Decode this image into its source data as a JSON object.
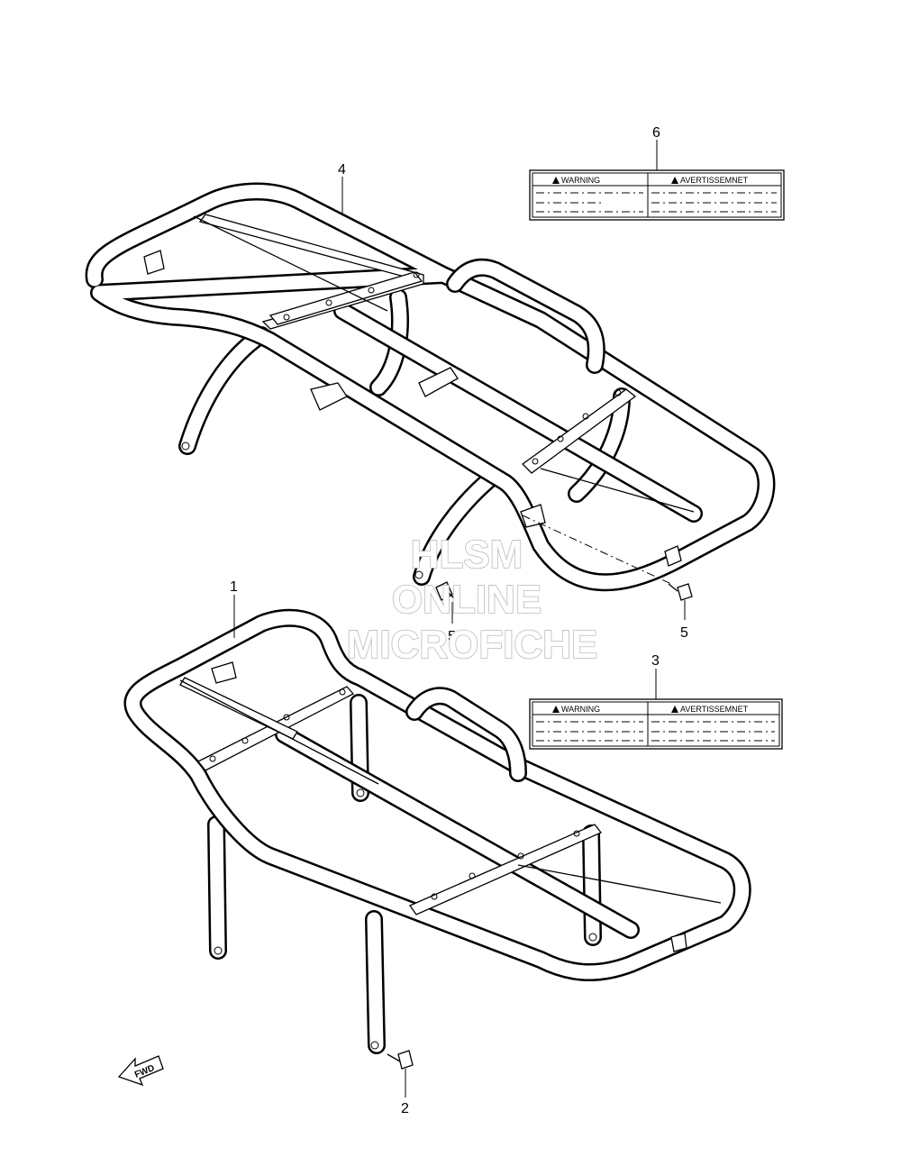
{
  "callouts": {
    "c1": "1",
    "c2": "2",
    "c3": "3",
    "c4": "4",
    "c5a": "5",
    "c5b": "5",
    "c6": "6"
  },
  "label_top": {
    "left": "WARNING",
    "right": "AVERTISSEMNET"
  },
  "label_bottom": {
    "left": "WARNING",
    "right": "AVERTISSEMNET"
  },
  "watermark": {
    "line1": "HLSM",
    "line2": "ONLINE",
    "line3": "MICROFICHE"
  },
  "fwd": "FWD",
  "colors": {
    "ink": "#000000",
    "watermark_fill": "#ffffff",
    "watermark_outline": "#bbbbbb"
  }
}
